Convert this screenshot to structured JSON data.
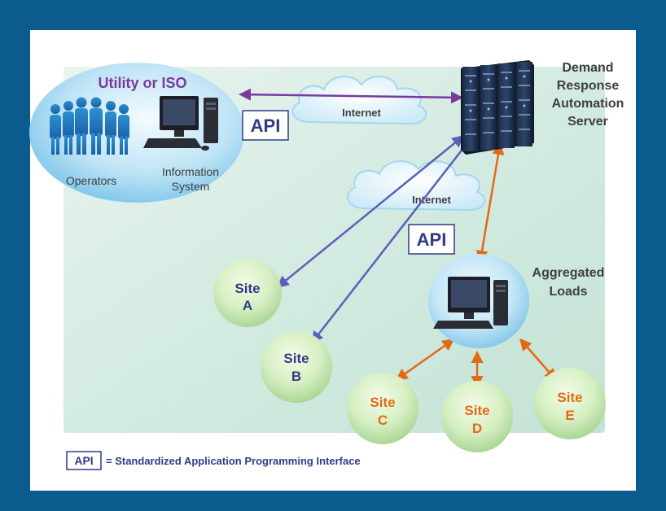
{
  "colors": {
    "frame": "#0c5b8f",
    "navy": "#2f3b87",
    "purple": "#7a3a9a",
    "orange": "#e26a16",
    "blue_arrow": "#5c60b8",
    "gray_text": "#3f3f3f"
  },
  "utility": {
    "title": "Utility or ISO",
    "operators": "Operators",
    "info_line1": "Information",
    "info_line2": "System"
  },
  "server": {
    "line1": "Demand",
    "line2": "Response",
    "line3": "Automation",
    "line4": "Server"
  },
  "internet_top": "Internet",
  "internet_mid": "Internet",
  "api_top": "API",
  "api_mid": "API",
  "aggregated": {
    "line1": "Aggregated",
    "line2": "Loads"
  },
  "sites": [
    {
      "line1": "Site",
      "line2": "A"
    },
    {
      "line1": "Site",
      "line2": "B"
    },
    {
      "line1": "Site",
      "line2": "C"
    },
    {
      "line1": "Site",
      "line2": "D"
    },
    {
      "line1": "Site",
      "line2": "E"
    }
  ],
  "legend": {
    "key": "API",
    "text": "= Standardized Application Programming Interface"
  }
}
